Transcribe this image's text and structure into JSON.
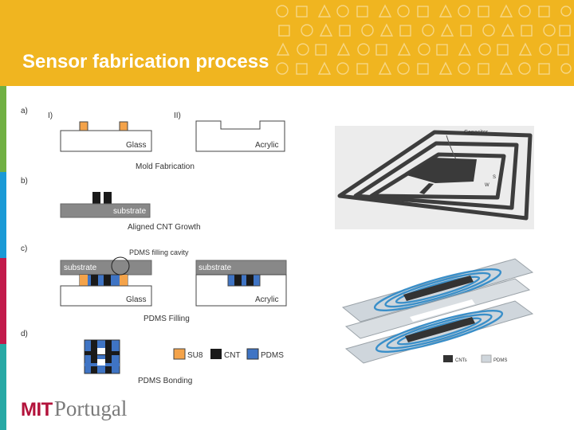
{
  "slide": {
    "title": "Sensor fabrication process"
  },
  "logo": {
    "mit": "MIT",
    "portugal": "Portugal"
  },
  "colors": {
    "header": "#f0b520",
    "sidebar": [
      "#70b043",
      "#1a9ad6",
      "#c21a4b",
      "#28a9a5"
    ],
    "su8": "#f4a34a",
    "cnt": "#1a1a1a",
    "pdms": "#3f74c4",
    "substrate": "#888888"
  },
  "figure_a": {
    "label": "a)",
    "step1": "I)",
    "step2": "II)",
    "glass": "Glass",
    "acrylic": "Acrylic",
    "caption": "Mold Fabrication"
  },
  "figure_b": {
    "label": "b)",
    "substrate": "substrate",
    "caption": "Aligned CNT Growth"
  },
  "figure_c": {
    "label": "c)",
    "annotation": "PDMS filling cavity",
    "substrate_left": "substrate",
    "substrate_right": "substrate",
    "glass": "Glass",
    "acrylic": "Acrylic",
    "caption": "PDMS Filling"
  },
  "figure_d": {
    "label": "d)",
    "legend": [
      {
        "key": "su8",
        "label": "SU8"
      },
      {
        "key": "cnt",
        "label": "CNT"
      },
      {
        "key": "pdms",
        "label": "PDMS"
      }
    ],
    "caption": "PDMS Bonding"
  },
  "sensor_top": {
    "capacitor": "Capacitor",
    "s": "S",
    "w": "W"
  },
  "sensor_bottom": {
    "legend_cnts": "CNTs",
    "legend_pdms": "PDMS"
  }
}
